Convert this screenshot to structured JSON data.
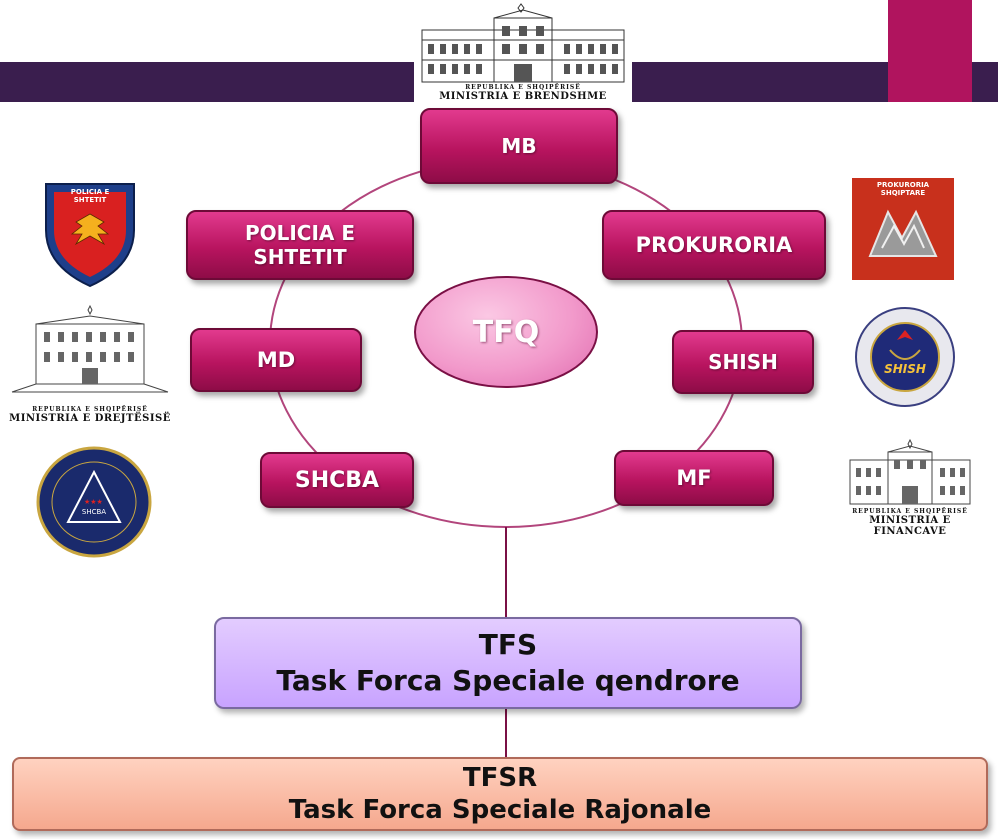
{
  "header": {
    "logo_caption_small": "REPUBLIKA E SHQIPËRISË",
    "logo_caption": "MINISTRIA E BRENDSHME"
  },
  "center": {
    "label": "TFQ"
  },
  "nodes": {
    "mb": "MB",
    "policia_line1": "POLICIA E",
    "policia_line2": "SHTETIT",
    "prokuroria": "PROKURORIA",
    "md": "MD",
    "shish": "SHISH",
    "shcba": "SHCBA",
    "mf": "MF"
  },
  "tfs": {
    "line1": "TFS",
    "line2": "Task Forca Speciale qendrore"
  },
  "tfsr": {
    "line1": "TFSR",
    "line2": "Task Forca Speciale Rajonale"
  },
  "logos": {
    "police_badge_text": "POLICIA E SHTETIT",
    "prokuroria_text": "PROKURORIA SHQIPTARE",
    "shish_text": "SHISH",
    "shcba_text": "SHCBA",
    "drejtesise_small": "REPUBLIKA E SHQIPËRISË",
    "drejtesise_caption": "MINISTRIA E DREJTËSISË",
    "financave_small": "REPUBLIKA E SHQIPËRISË",
    "financave_caption": "MINISTRIA E FINANCAVE"
  },
  "colors": {
    "header_bar": "#3a1e4e",
    "header_accent": "#b0145e",
    "node_fill": "#b8145f",
    "center_fill": "#f29acb",
    "tfs_fill": "#c8a3ff",
    "tfsr_fill": "#f5a88e"
  }
}
